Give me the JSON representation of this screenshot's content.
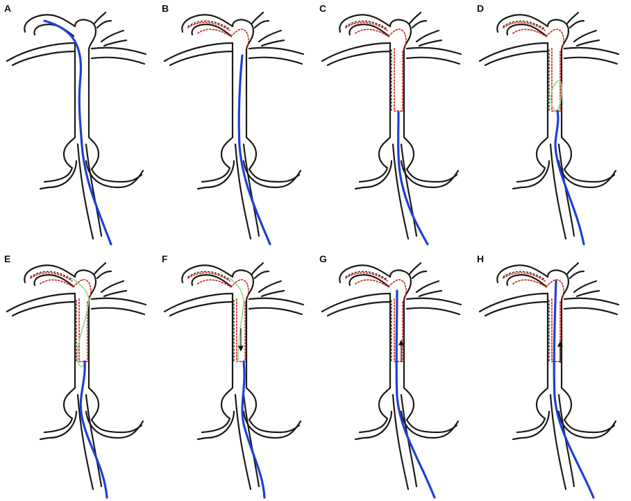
{
  "panels": [
    {
      "label": "A",
      "stage": "wire-full"
    },
    {
      "label": "B",
      "stage": "arch-marked"
    },
    {
      "label": "C",
      "stage": "aorta-marked"
    },
    {
      "label": "D",
      "stage": "loop-small"
    },
    {
      "label": "E",
      "stage": "loop-large"
    },
    {
      "label": "F",
      "stage": "loop-down"
    },
    {
      "label": "G",
      "stage": "wire-up"
    },
    {
      "label": "H",
      "stage": "wire-top"
    }
  ],
  "colors": {
    "vessel": "#1a1a1a",
    "guidewire": "#1f3fd6",
    "marking_red": "#cc2b1e",
    "marking_dark": "#3a2018",
    "loop_green": "#8fd88f",
    "arrow": "#111111"
  }
}
